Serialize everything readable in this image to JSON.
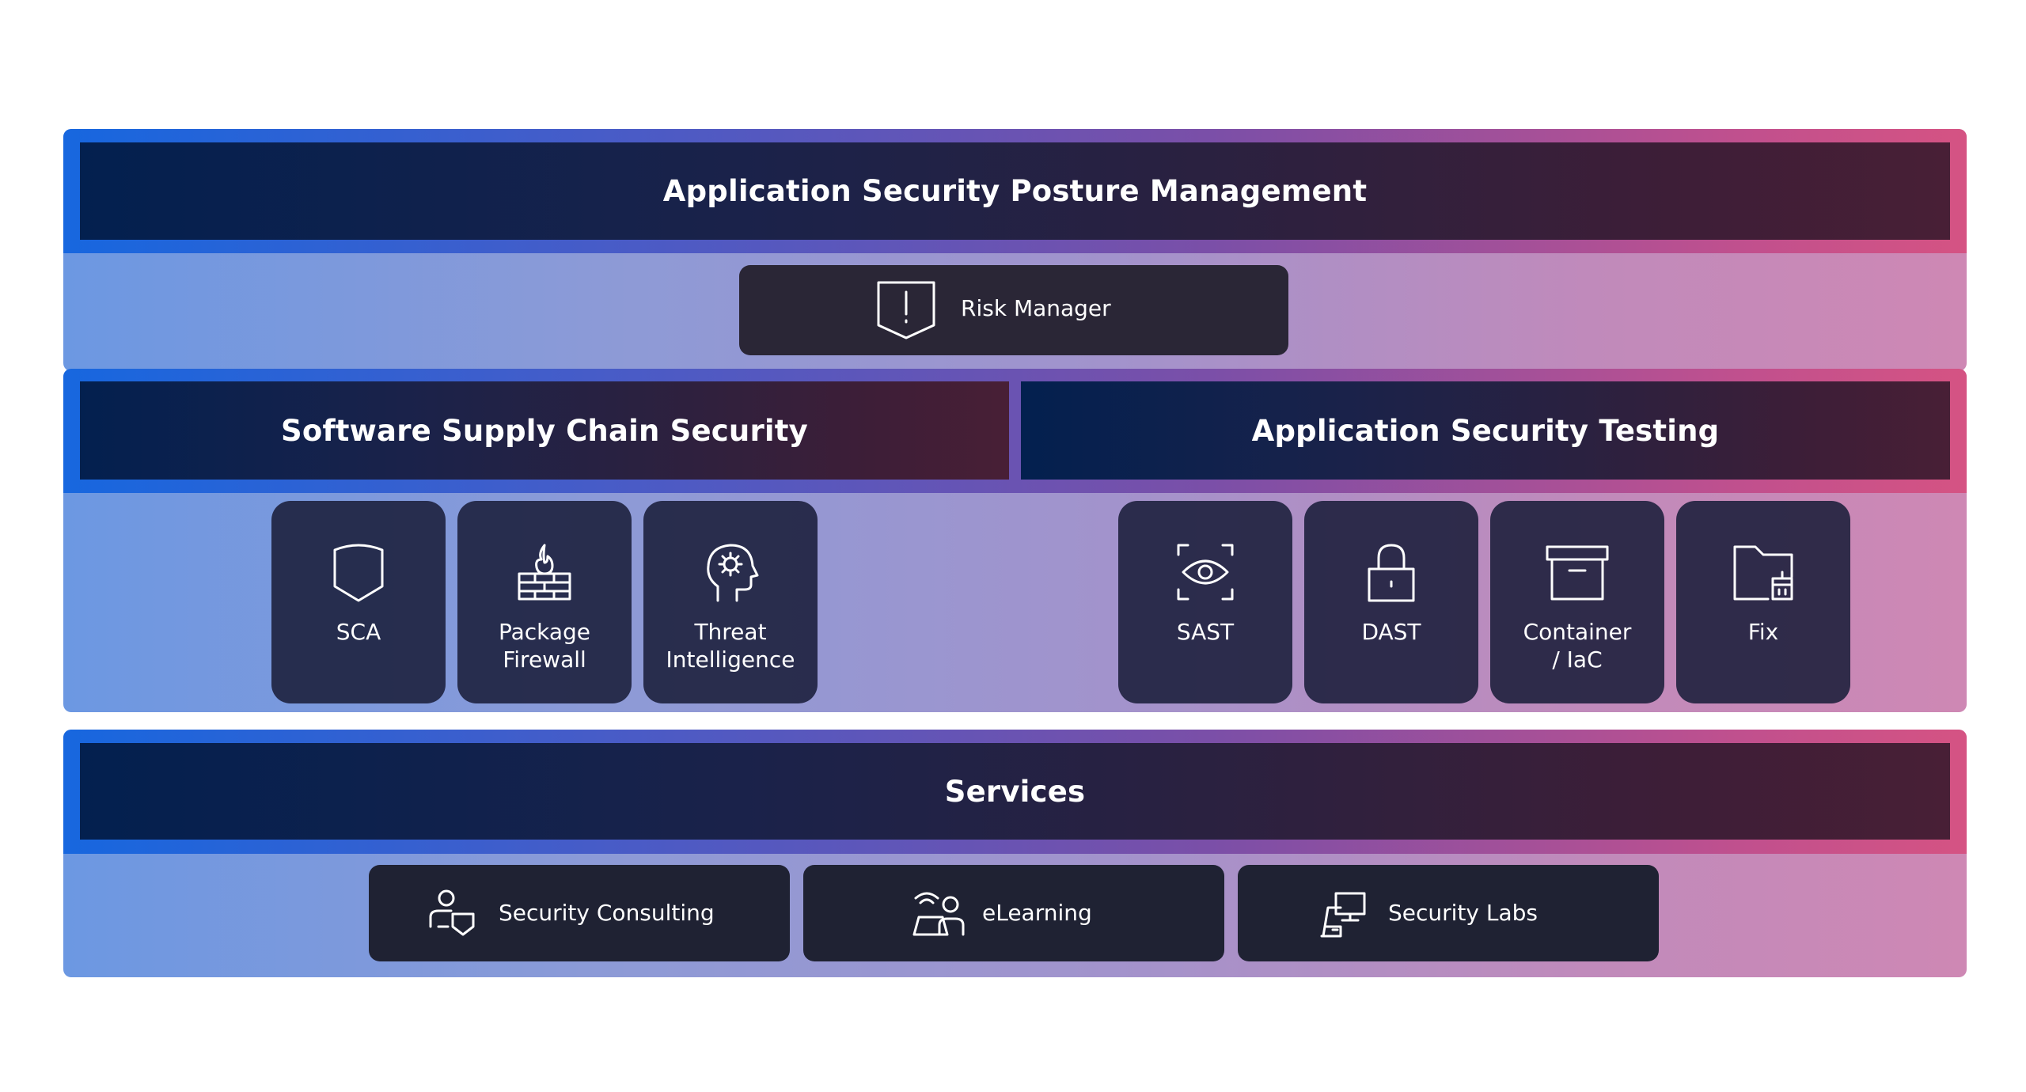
{
  "aspm": {
    "title": "Application Security Posture Management"
  },
  "risk_manager": {
    "label": "Risk Manager",
    "icon": "shield-alert-icon"
  },
  "supply_chain": {
    "title": "Software Supply Chain Security"
  },
  "app_testing": {
    "title": "Application Security Testing"
  },
  "modules": {
    "sca": {
      "label": "SCA",
      "icon": "shield-icon"
    },
    "package_firewall": {
      "label": "Package\nFirewall",
      "icon": "firewall-icon"
    },
    "threat_intelligence": {
      "label": "Threat\nIntelligence",
      "icon": "head-gear-icon"
    },
    "sast": {
      "label": "SAST",
      "icon": "eye-scan-icon"
    },
    "dast": {
      "label": "DAST",
      "icon": "lock-icon"
    },
    "container_iac": {
      "label": "Container\n/ IaC",
      "icon": "archive-box-icon"
    },
    "fix": {
      "label": "Fix",
      "icon": "folder-fix-icon"
    }
  },
  "services": {
    "title": "Services",
    "items": [
      {
        "label": "Security Consulting",
        "icon": "person-shield-icon"
      },
      {
        "label": "eLearning",
        "icon": "person-laptop-icon"
      },
      {
        "label": "Security Labs",
        "icon": "lab-computer-icon"
      }
    ]
  },
  "colors": {
    "gradient_start": "#1767df",
    "gradient_end": "#d55383",
    "bar_dark_start": "#03204f",
    "bar_dark_end": "#481f36",
    "tile": "#252a45",
    "pill": "#1f2233"
  }
}
